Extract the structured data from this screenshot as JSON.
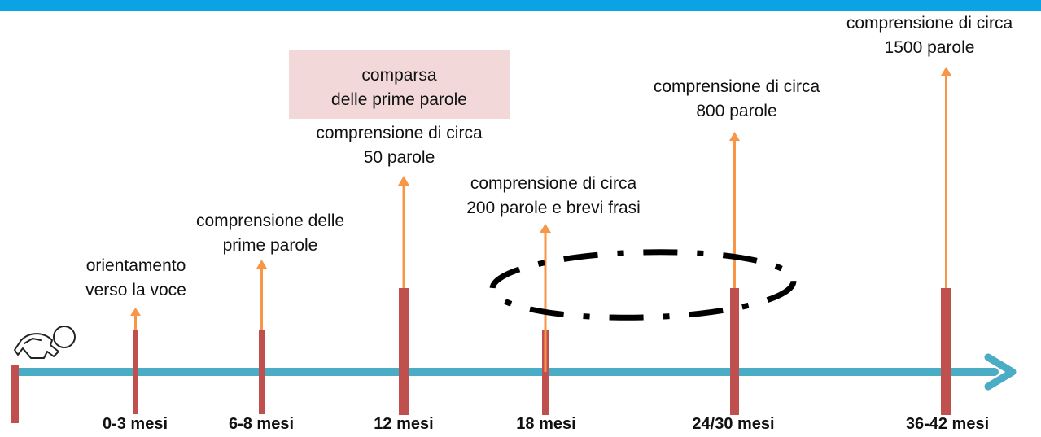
{
  "milestones": [
    {
      "age": "0-3 mesi",
      "line1": "orientamento",
      "line2": "verso la voce"
    },
    {
      "age": "6-8 mesi",
      "line1": "comprensione delle",
      "line2": "prime parole"
    },
    {
      "age": "12 mesi",
      "highlight_line1": "comparsa",
      "highlight_line2": "delle prime parole",
      "line1": "comprensione di circa",
      "line2": "50 parole"
    },
    {
      "age": "18 mesi",
      "line1": "comprensione di circa",
      "line2": "200 parole e brevi frasi"
    },
    {
      "age": "24/30 mesi",
      "line1": "comprensione di circa",
      "line2": "800 parole"
    },
    {
      "age": "36-42 mesi",
      "line1": "comprensione di circa",
      "line2": "1500 parole"
    }
  ],
  "colors": {
    "top_bar": "#0aa3e6",
    "axis": "#4bacc6",
    "marker": "#c0504d",
    "arrow": "#f79646",
    "highlight": "#f2d8d8",
    "ellipse": "#000000"
  },
  "icons": {
    "start": "crawling-baby-icon"
  }
}
